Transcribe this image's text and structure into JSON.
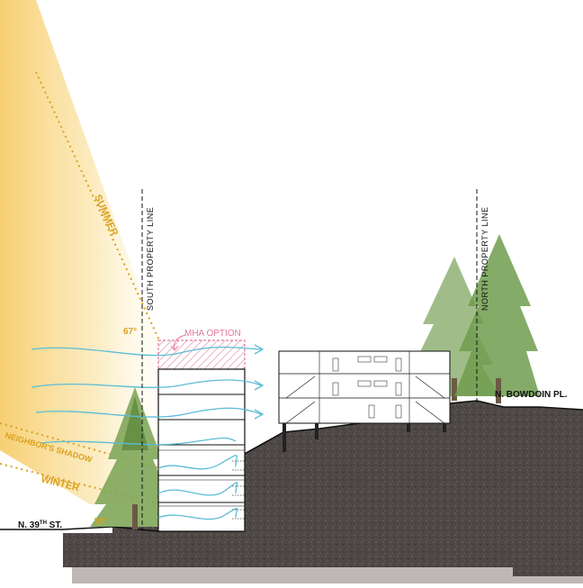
{
  "labels": {
    "summer": "SUMMER",
    "winter": "WINTER",
    "neighbors_shadow": "NEIGHBOR'S SHADOW",
    "summer_angle": "67°",
    "winter_angle": "18°",
    "mha_option": "MHA OPTION",
    "south_property_line": "SOUTH PROPERTY LINE",
    "north_property_line": "NORTH PROPERTY LINE",
    "south_street": "N. 39",
    "south_street_sup": "TH",
    "south_street_suffix": " ST.",
    "north_street": "N. BOWDOIN PL."
  },
  "colors": {
    "sun_yellow": "#f2c14e",
    "airflow_blue": "#5bbcd6",
    "mha_pink": "#e07a9a",
    "ground_dark": "#4a4543",
    "tree_green": "#7aa35a"
  }
}
